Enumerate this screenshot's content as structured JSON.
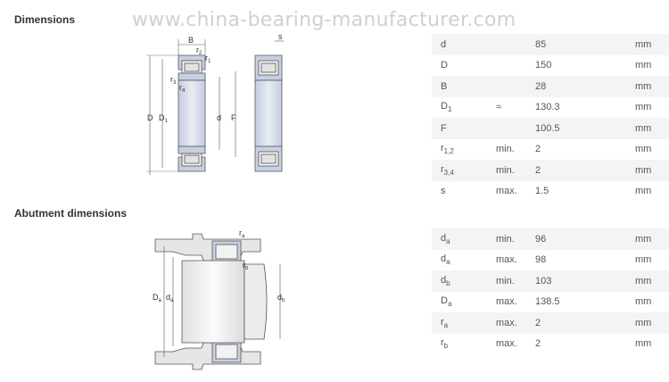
{
  "watermark": "www.china-bearing-manufacturer.com",
  "dimensions": {
    "title": "Dimensions",
    "rows": [
      {
        "sym": "d",
        "sub": "",
        "qual": "",
        "val": "85",
        "unit": "mm"
      },
      {
        "sym": "D",
        "sub": "",
        "qual": "",
        "val": "150",
        "unit": "mm"
      },
      {
        "sym": "B",
        "sub": "",
        "qual": "",
        "val": "28",
        "unit": "mm"
      },
      {
        "sym": "D",
        "sub": "1",
        "qual": "≈",
        "val": "130.3",
        "unit": "mm"
      },
      {
        "sym": "F",
        "sub": "",
        "qual": "",
        "val": "100.5",
        "unit": "mm"
      },
      {
        "sym": "r",
        "sub": "1,2",
        "qual": "min.",
        "val": "2",
        "unit": "mm"
      },
      {
        "sym": "r",
        "sub": "3,4",
        "qual": "min.",
        "val": "2",
        "unit": "mm"
      },
      {
        "sym": "s",
        "sub": "",
        "qual": "max.",
        "val": "1.5",
        "unit": "mm"
      }
    ]
  },
  "abutment": {
    "title": "Abutment dimensions",
    "rows": [
      {
        "sym": "d",
        "sub": "a",
        "qual": "min.",
        "val": "96",
        "unit": "mm"
      },
      {
        "sym": "d",
        "sub": "a",
        "qual": "max.",
        "val": "98",
        "unit": "mm"
      },
      {
        "sym": "d",
        "sub": "b",
        "qual": "min.",
        "val": "103",
        "unit": "mm"
      },
      {
        "sym": "D",
        "sub": "a",
        "qual": "max.",
        "val": "138.5",
        "unit": "mm"
      },
      {
        "sym": "r",
        "sub": "a",
        "qual": "max.",
        "val": "2",
        "unit": "mm"
      },
      {
        "sym": "r",
        "sub": "b",
        "qual": "max.",
        "val": "2",
        "unit": "mm"
      }
    ]
  },
  "drawing1": {
    "labels": {
      "B": "B",
      "s": "s",
      "r2": "r",
      "r2sub": "2",
      "r1": "r",
      "r1sub": "1",
      "r3": "r",
      "r3sub": "3",
      "r4": "r",
      "r4sub": "4",
      "D": "D",
      "D1": "D",
      "D1sub": "1",
      "d": "d",
      "F": "F"
    }
  },
  "drawing2": {
    "labels": {
      "ra": "r",
      "rasub": "a",
      "rb": "r",
      "rbsub": "b",
      "Da": "D",
      "Dasub": "a",
      "da": "d",
      "dasub": "a",
      "db": "d",
      "dbsub": "b"
    }
  }
}
